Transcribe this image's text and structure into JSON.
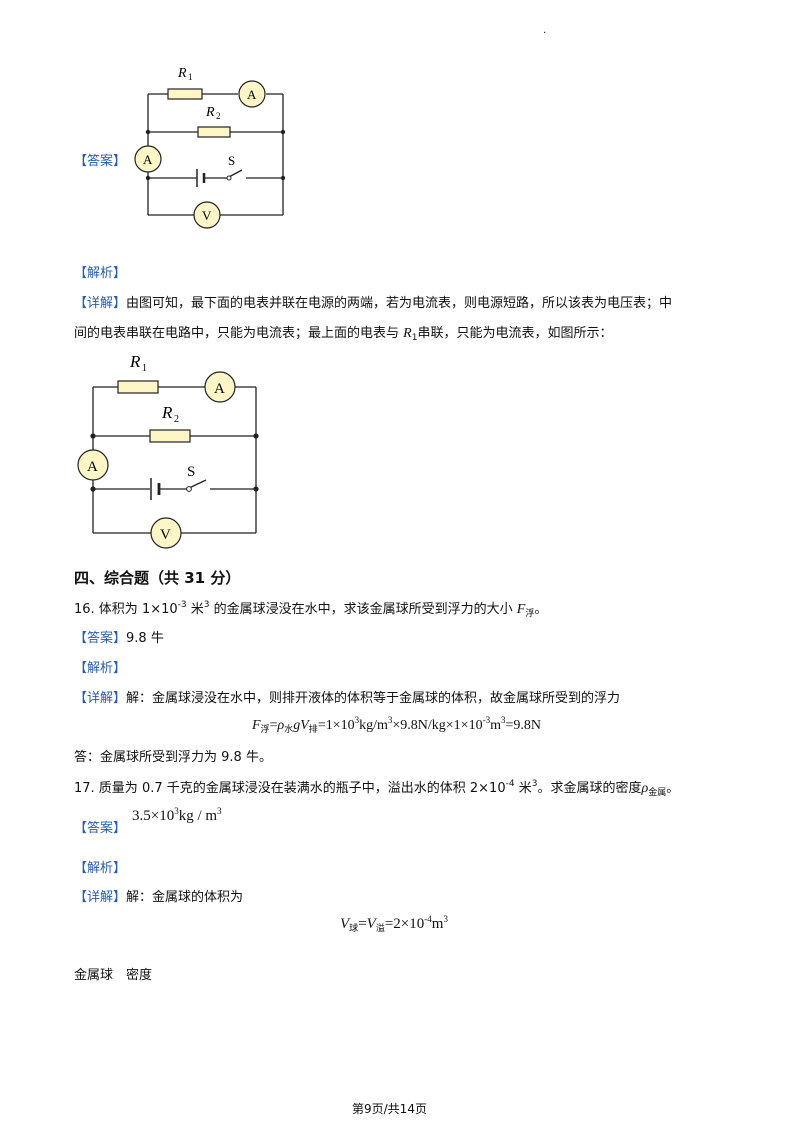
{
  "top_dot": "·",
  "labels": {
    "answer": "【答案】",
    "analysis": "【解析】",
    "detail": "【详解】"
  },
  "circuit": {
    "r1": "R",
    "r1_sub": "1",
    "r2": "R",
    "r2_sub": "2",
    "switch": "S",
    "ammeter": "A",
    "voltmeter": "V",
    "fill_color": "#fff6c8"
  },
  "detail_1": {
    "line1_a": "由图可知，最下面的电表并联在电源的两端，若为电流表，则电源短路，所以该表为电压表；中",
    "line2_a": "间的电表串联在电路中，只能为电流表；最上面的电表与 ",
    "line2_r": "R",
    "line2_sub": "1",
    "line2_b": "串联，只能为电流表，如图所示："
  },
  "section4": "四、综合题（共 31 分）",
  "q16": {
    "a": "16. 体积为 1×10",
    "exp": "-3",
    "b": " 米",
    "exp2": "3",
    "c": " 的金属球浸没在水中，求该金属球所受到浮力的大小 ",
    "f": "F",
    "f_sub": "浮",
    "d": "。",
    "answer": "9.8 牛",
    "detail": "解：金属球浸没在水中，则排开液体的体积等于金属球的体积，故金属球所受到的浮力",
    "formula": {
      "f": "F",
      "f_sub": "浮",
      "eq1": "=",
      "rho": "ρ",
      "rho_sub": "水",
      "g": "g",
      "v": "V",
      "v_sub": "排",
      "rest1": "=1×10",
      "e1": "3",
      "rest2": "kg/m",
      "e2": "3",
      "rest3": "×9.8N/kg×1×10",
      "e3": "-3",
      "rest4": "m",
      "e4": "3",
      "rest5": "=9.8N"
    },
    "conclusion": "答：金属球所受到浮力为 9.8 牛。"
  },
  "q17": {
    "a": "17. 质量为 0.7 千克的金属球浸没在装满水的瓶子中，溢出水的体积 2×10",
    "exp": "-4",
    "b": " 米",
    "exp2": "3",
    "c": "。求金属球的密度",
    "rho": "ρ",
    "rho_sub": "金属",
    "d": "。",
    "answer_a": "3.5×10",
    "answer_exp": "3",
    "answer_b": "kg / m",
    "answer_exp2": "3",
    "detail": "解：金属球的体积为",
    "formula": {
      "v1": "V",
      "v1_sub": "球",
      "eq": "=",
      "v2": "V",
      "v2_sub": "溢",
      "rest": "=2×10",
      "e1": "-4",
      "unit": "m",
      "e2": "3"
    },
    "trailing": "金属球　密度"
  },
  "footer": "第9页/共14页"
}
